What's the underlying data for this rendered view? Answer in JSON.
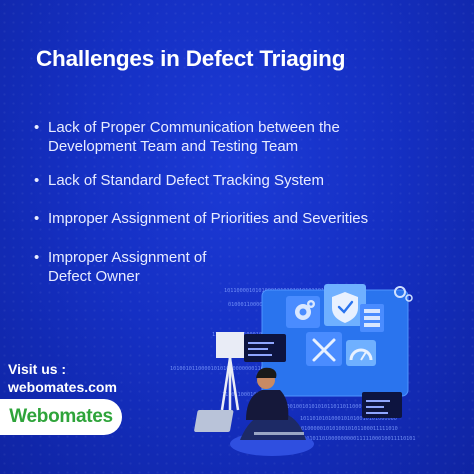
{
  "title": "Challenges in Defect Triaging",
  "bullets": [
    {
      "marker": "•",
      "text": "Lack of Proper Communication between the Development Team and Testing Team"
    },
    {
      "marker": "•",
      "text": "Lack of Standard Defect Tracking System"
    },
    {
      "marker": "•",
      "text": "Improper Assignment of Priorities and Severities"
    },
    {
      "marker": "•",
      "text": "Improper Assignment of Defect Owner"
    }
  ],
  "visit_label": "Visit us :",
  "website": "webomates.com",
  "logo_text": "Webomates",
  "illustration": {
    "binary_strings": [
      "10110000101010001010101010101101010001",
      "01000110000101101001010",
      "110000101010001010101010101101000100011",
      "1010010110000101010000000001101011",
      "101010001010100100110101011101100",
      "1110110001010101110101010001010101011",
      "011100100101010101101101100011101010",
      "1011010101000101010010101000000",
      "101101010100000101010010101100011111010",
      "1001011010000000001111100010011110101"
    ],
    "colors": {
      "background": "#1530c4",
      "panel": "#2a74ee",
      "panel_light": "#5aa6ff",
      "accent_green": "#2ea43a"
    }
  }
}
